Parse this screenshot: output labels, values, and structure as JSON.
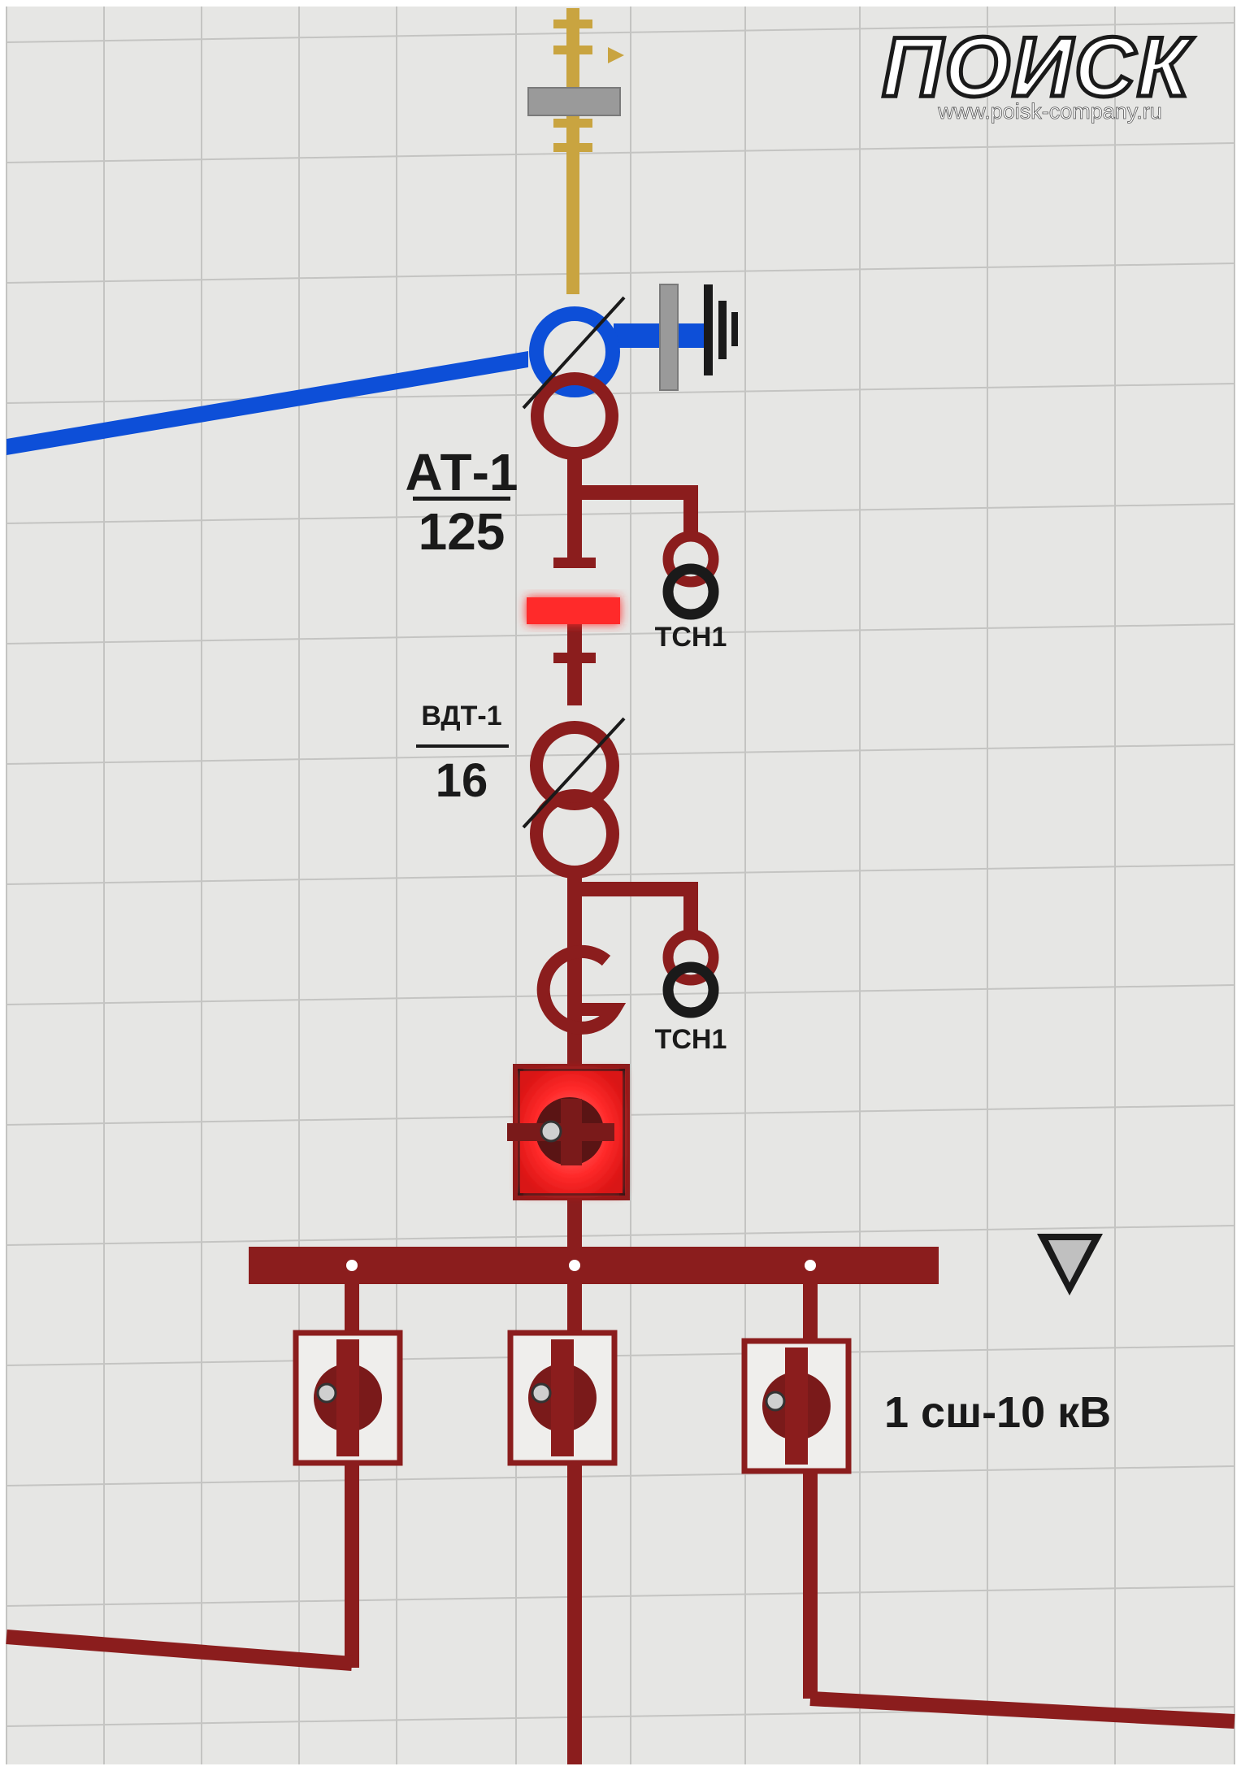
{
  "logo": {
    "name": "ПОИСК",
    "url": "www.poisk-company.ru"
  },
  "labels": {
    "at1_name": "АТ-1",
    "at1_value": "125",
    "vdt1_name": "ВДТ-1",
    "vdt1_value": "16",
    "tsn1_upper": "ТСН1",
    "tsn1_lower": "ТСН1",
    "bus": "1 сш-10 кВ"
  },
  "colors": {
    "panel": "#e6e6e4",
    "tile_seam": "#c4c4c2",
    "bus_10kv": "#8b1d1d",
    "line_blue": "#0d4fd8",
    "line_yellow": "#c9a440",
    "lit_red": "#ff2a2a",
    "text_dark": "#1a1a1a"
  },
  "icons": {
    "ground": "ground-icon",
    "selector": "rotary-switch-icon",
    "arrow": "triangle-down-icon"
  }
}
